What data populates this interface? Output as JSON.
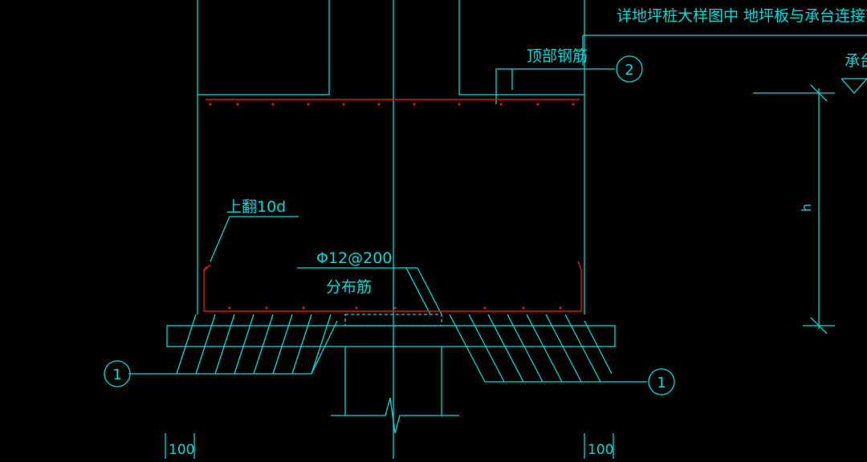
{
  "colors": {
    "background": "#000000",
    "outline": "#00d8d8",
    "rebar": "#d81818",
    "text": "#00d8d8"
  },
  "annotations": {
    "title": "详地坪桩大样图中 地坪板与承台连接节",
    "top_rebar": "顶部钢筋",
    "callout_2": "2",
    "side_label": "承台",
    "bend_up": "上翻10d",
    "bar_spec": "Φ12@200",
    "distribution": "分布筋",
    "callout_1_left": "1",
    "callout_1_right": "1",
    "height_label": "h",
    "dim_left": "100",
    "dim_right": "100"
  },
  "icons": {
    "callout": "circle-callout-icon",
    "level_mark": "elevation-triangle-icon",
    "break_line": "break-line-icon"
  }
}
